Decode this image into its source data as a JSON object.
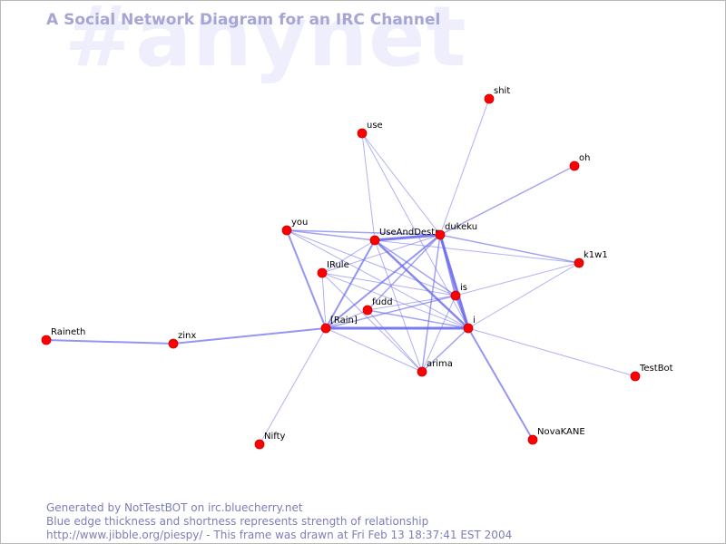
{
  "watermark": "#anynet",
  "title": "A Social Network Diagram for an IRC Channel",
  "colors": {
    "edge": "#6a6aee",
    "node": "#ff0000",
    "node_outline": "#c80000",
    "title": "#a6a6d6",
    "watermark": "#eeeefc",
    "footer": "#7d7db8"
  },
  "nodes": [
    {
      "id": "shit",
      "label": "shit"
    },
    {
      "id": "use",
      "label": "use"
    },
    {
      "id": "oh",
      "label": "oh"
    },
    {
      "id": "you",
      "label": "you"
    },
    {
      "id": "UseAndDestr",
      "label": "UseAndDestr"
    },
    {
      "id": "dukeku",
      "label": "dukeku"
    },
    {
      "id": "k1w1",
      "label": "k1w1"
    },
    {
      "id": "IRule",
      "label": "IRule"
    },
    {
      "id": "is",
      "label": "is"
    },
    {
      "id": "fudd",
      "label": "fudd"
    },
    {
      "id": "Rain",
      "label": "[Rain]"
    },
    {
      "id": "i",
      "label": "i"
    },
    {
      "id": "Raineth",
      "label": "Raineth"
    },
    {
      "id": "zinx",
      "label": "zinx"
    },
    {
      "id": "arima",
      "label": "arima"
    },
    {
      "id": "TestBot",
      "label": "TestBot"
    },
    {
      "id": "NovaKANE",
      "label": "NovaKANE"
    },
    {
      "id": "Nifty",
      "label": "Nifty"
    }
  ],
  "edges": [
    {
      "from": "shit",
      "to": "dukeku",
      "weight": 1
    },
    {
      "from": "use",
      "to": "UseAndDestr",
      "weight": 1
    },
    {
      "from": "use",
      "to": "dukeku",
      "weight": 1
    },
    {
      "from": "use",
      "to": "i",
      "weight": 1
    },
    {
      "from": "oh",
      "to": "dukeku",
      "weight": 1.5
    },
    {
      "from": "you",
      "to": "UseAndDestr",
      "weight": 1.5
    },
    {
      "from": "you",
      "to": "dukeku",
      "weight": 1.5
    },
    {
      "from": "you",
      "to": "Rain",
      "weight": 2
    },
    {
      "from": "you",
      "to": "is",
      "weight": 1
    },
    {
      "from": "you",
      "to": "i",
      "weight": 1
    },
    {
      "from": "UseAndDestr",
      "to": "dukeku",
      "weight": 3
    },
    {
      "from": "UseAndDestr",
      "to": "Rain",
      "weight": 2
    },
    {
      "from": "UseAndDestr",
      "to": "i",
      "weight": 2.5
    },
    {
      "from": "UseAndDestr",
      "to": "is",
      "weight": 1.5
    },
    {
      "from": "UseAndDestr",
      "to": "arima",
      "weight": 1
    },
    {
      "from": "UseAndDestr",
      "to": "IRule",
      "weight": 1
    },
    {
      "from": "dukeku",
      "to": "k1w1",
      "weight": 1.5
    },
    {
      "from": "dukeku",
      "to": "i",
      "weight": 3
    },
    {
      "from": "dukeku",
      "to": "Rain",
      "weight": 2
    },
    {
      "from": "dukeku",
      "to": "is",
      "weight": 2
    },
    {
      "from": "dukeku",
      "to": "fudd",
      "weight": 1.5
    },
    {
      "from": "dukeku",
      "to": "arima",
      "weight": 1.5
    },
    {
      "from": "dukeku",
      "to": "IRule",
      "weight": 1
    },
    {
      "from": "k1w1",
      "to": "is",
      "weight": 1
    },
    {
      "from": "k1w1",
      "to": "i",
      "weight": 1
    },
    {
      "from": "k1w1",
      "to": "UseAndDestr",
      "weight": 1
    },
    {
      "from": "IRule",
      "to": "is",
      "weight": 1
    },
    {
      "from": "IRule",
      "to": "i",
      "weight": 1
    },
    {
      "from": "IRule",
      "to": "Rain",
      "weight": 1
    },
    {
      "from": "IRule",
      "to": "arima",
      "weight": 1
    },
    {
      "from": "is",
      "to": "Rain",
      "weight": 1.5
    },
    {
      "from": "is",
      "to": "i",
      "weight": 2
    },
    {
      "from": "is",
      "to": "fudd",
      "weight": 1
    },
    {
      "from": "is",
      "to": "arima",
      "weight": 1
    },
    {
      "from": "fudd",
      "to": "i",
      "weight": 1.5
    },
    {
      "from": "fudd",
      "to": "Rain",
      "weight": 1
    },
    {
      "from": "fudd",
      "to": "arima",
      "weight": 1
    },
    {
      "from": "Rain",
      "to": "i",
      "weight": 3
    },
    {
      "from": "Rain",
      "to": "zinx",
      "weight": 2
    },
    {
      "from": "Rain",
      "to": "arima",
      "weight": 1
    },
    {
      "from": "Rain",
      "to": "Nifty",
      "weight": 1
    },
    {
      "from": "Raineth",
      "to": "zinx",
      "weight": 2
    },
    {
      "from": "i",
      "to": "arima",
      "weight": 1.5
    },
    {
      "from": "i",
      "to": "TestBot",
      "weight": 1
    },
    {
      "from": "i",
      "to": "NovaKANE",
      "weight": 2
    }
  ],
  "footer": {
    "line1": "Generated by NotTestBOT on irc.bluecherry.net",
    "line2": "Blue edge thickness and shortness represents strength of relationship",
    "line3": "http://www.jibble.org/piespy/ - This frame was drawn at Fri Feb 13 18:37:41 EST 2004"
  }
}
